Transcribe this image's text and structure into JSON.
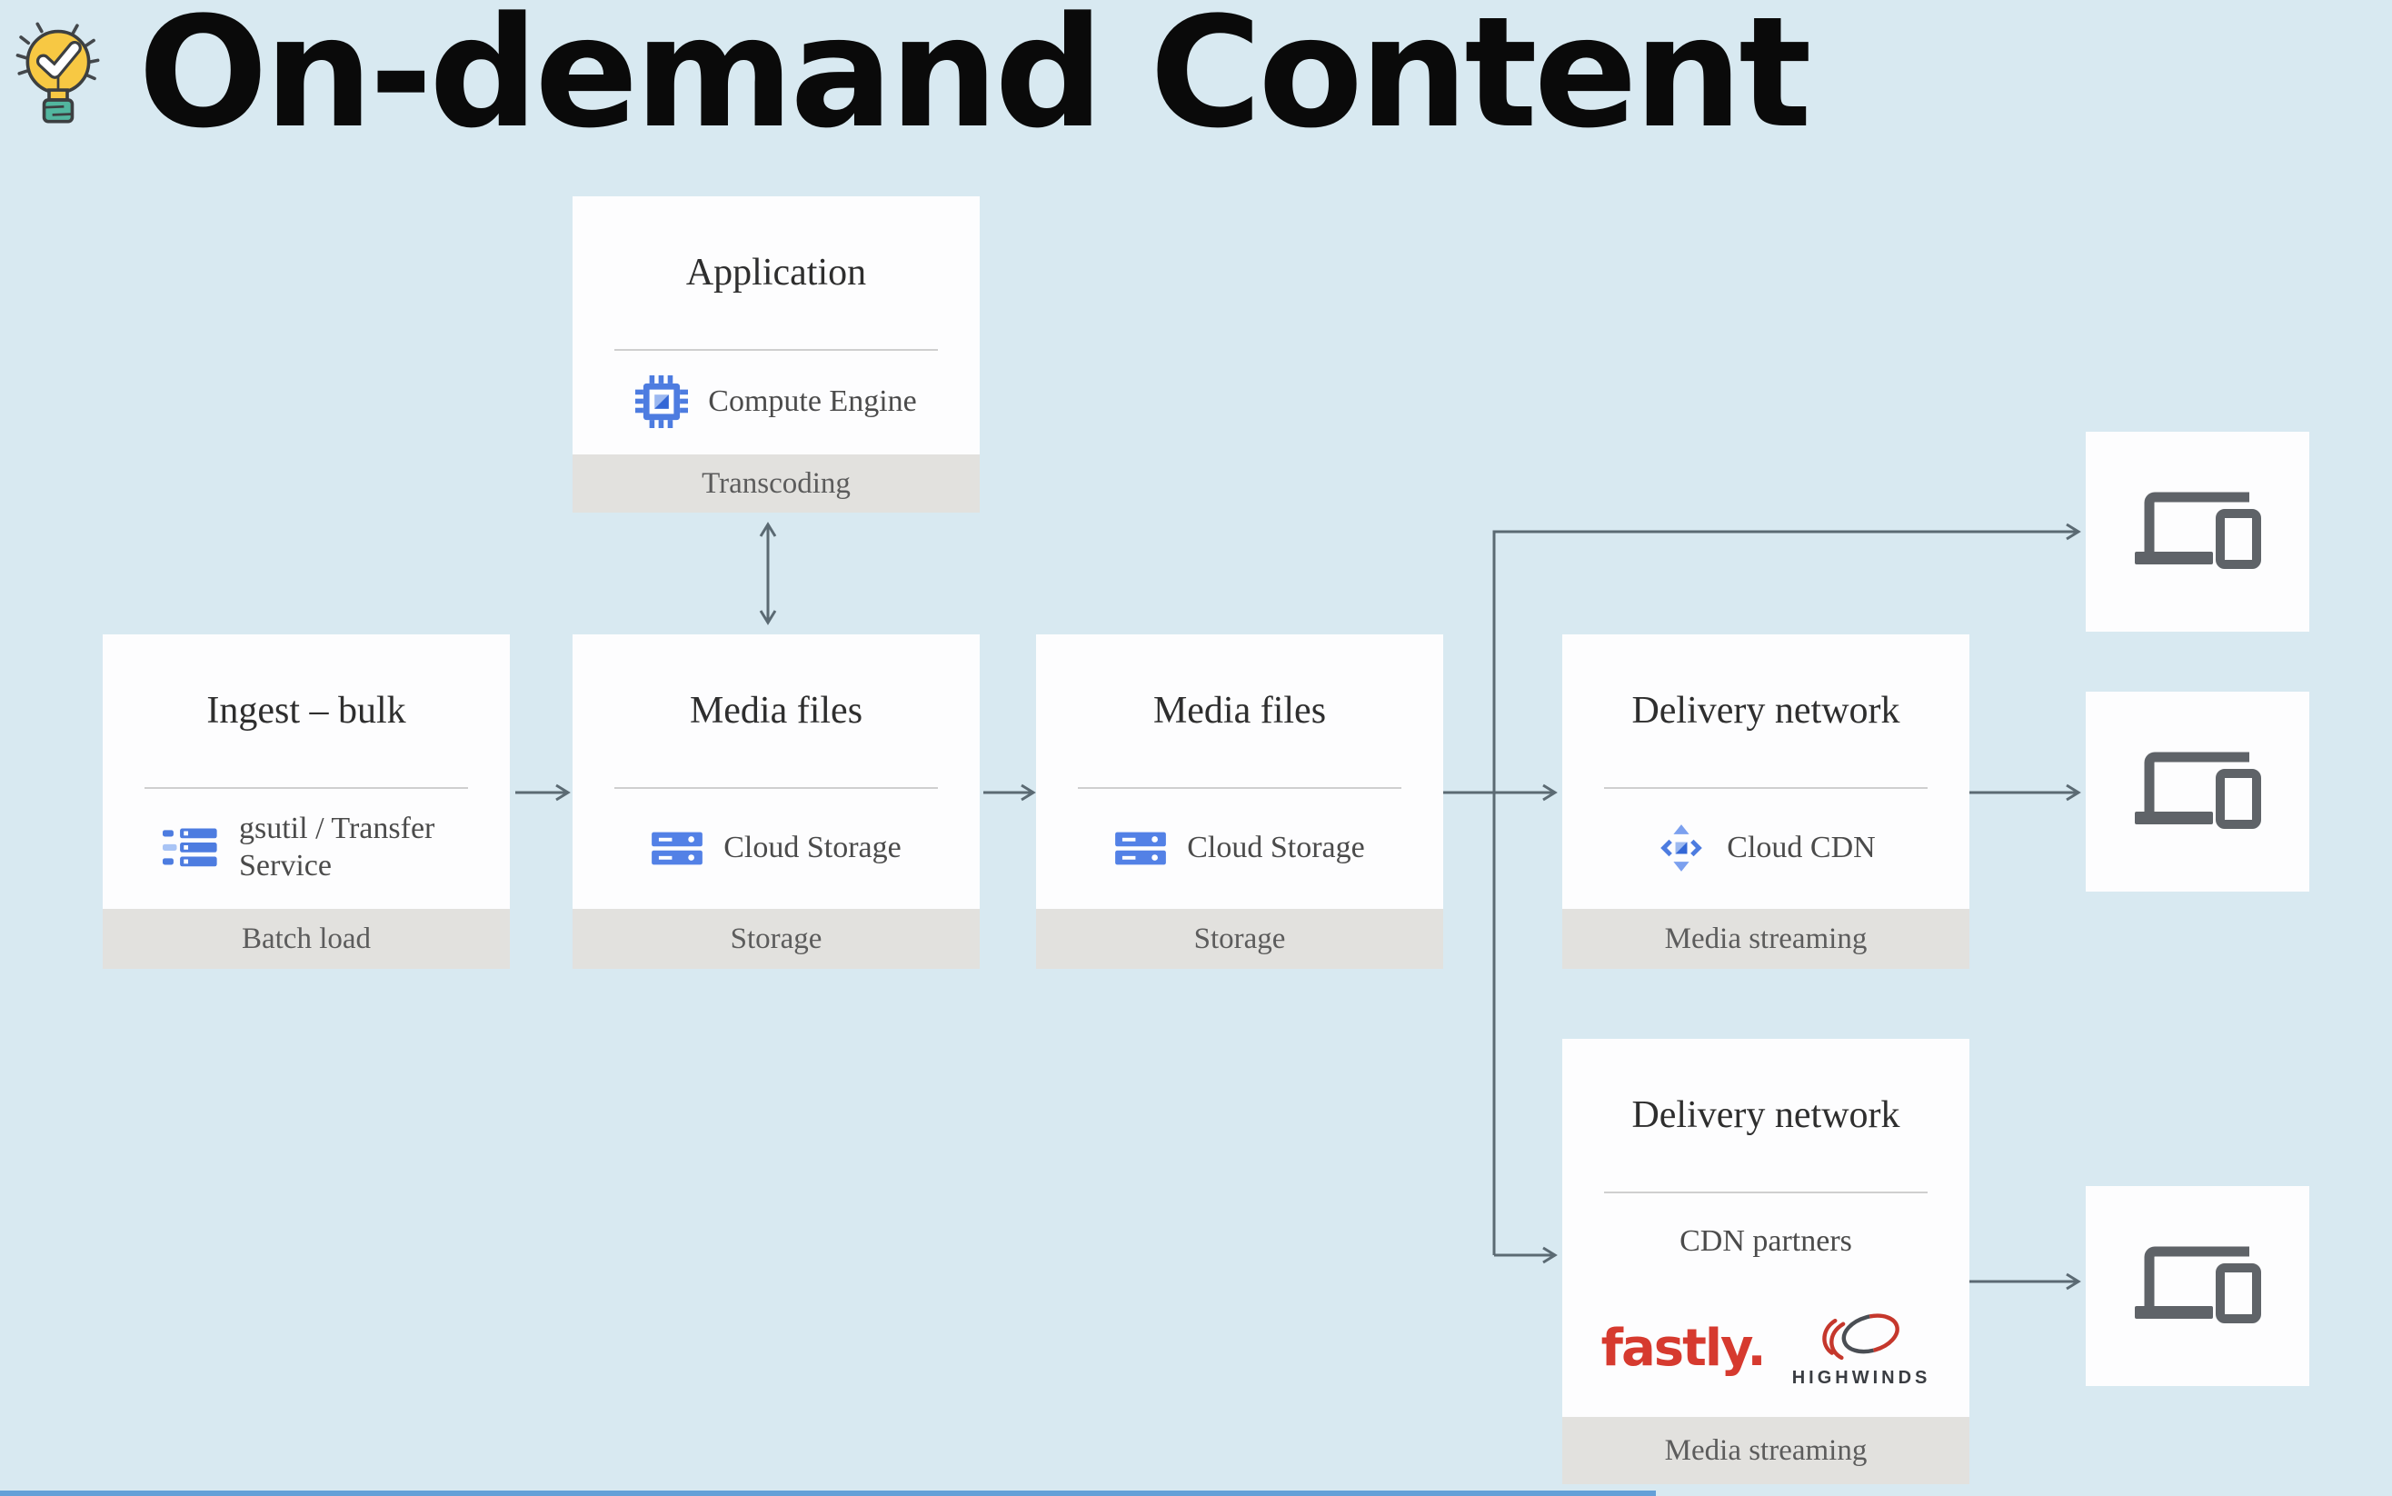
{
  "page": {
    "title": "On-demand Content",
    "title_icon": "lightbulb-check-icon"
  },
  "nodes": {
    "application": {
      "title": "Application",
      "service": "Compute Engine",
      "footer": "Transcoding"
    },
    "ingest_bulk": {
      "title": "Ingest – bulk",
      "service": "gsutil / Transfer Service",
      "footer": "Batch load"
    },
    "media_files_1": {
      "title": "Media files",
      "service": "Cloud Storage",
      "footer": "Storage"
    },
    "media_files_2": {
      "title": "Media files",
      "service": "Cloud Storage",
      "footer": "Storage"
    },
    "delivery_network_cdn": {
      "title": "Delivery network",
      "service": "Cloud CDN",
      "footer": "Media streaming"
    },
    "delivery_network_partners": {
      "title": "Delivery network",
      "service": "CDN partners",
      "footer": "Media streaming",
      "partners": {
        "fastly": "fastly.",
        "highwinds": "HIGHWINDS"
      }
    }
  },
  "endpoints": {
    "device_count": 3,
    "device_icon": "laptop-phone-devices-icon"
  },
  "video": {
    "progress_percent": 69
  },
  "colors": {
    "background": "#d8e9f1",
    "card_white": "#fdfdfe",
    "card_footer_gray": "#e2e1de",
    "arrow_gray": "#5b6a73",
    "gcp_blue": "#4d7ce0",
    "gcp_blue_dark": "#3367d6",
    "gcp_blue_light": "#9db9f0",
    "fastly_red": "#d63a2f",
    "highwinds_red": "#c5372c",
    "highwinds_dark": "#3a3d42",
    "device_icon_gray": "#5f6368",
    "video_progress_blue": "#64a0d8"
  }
}
